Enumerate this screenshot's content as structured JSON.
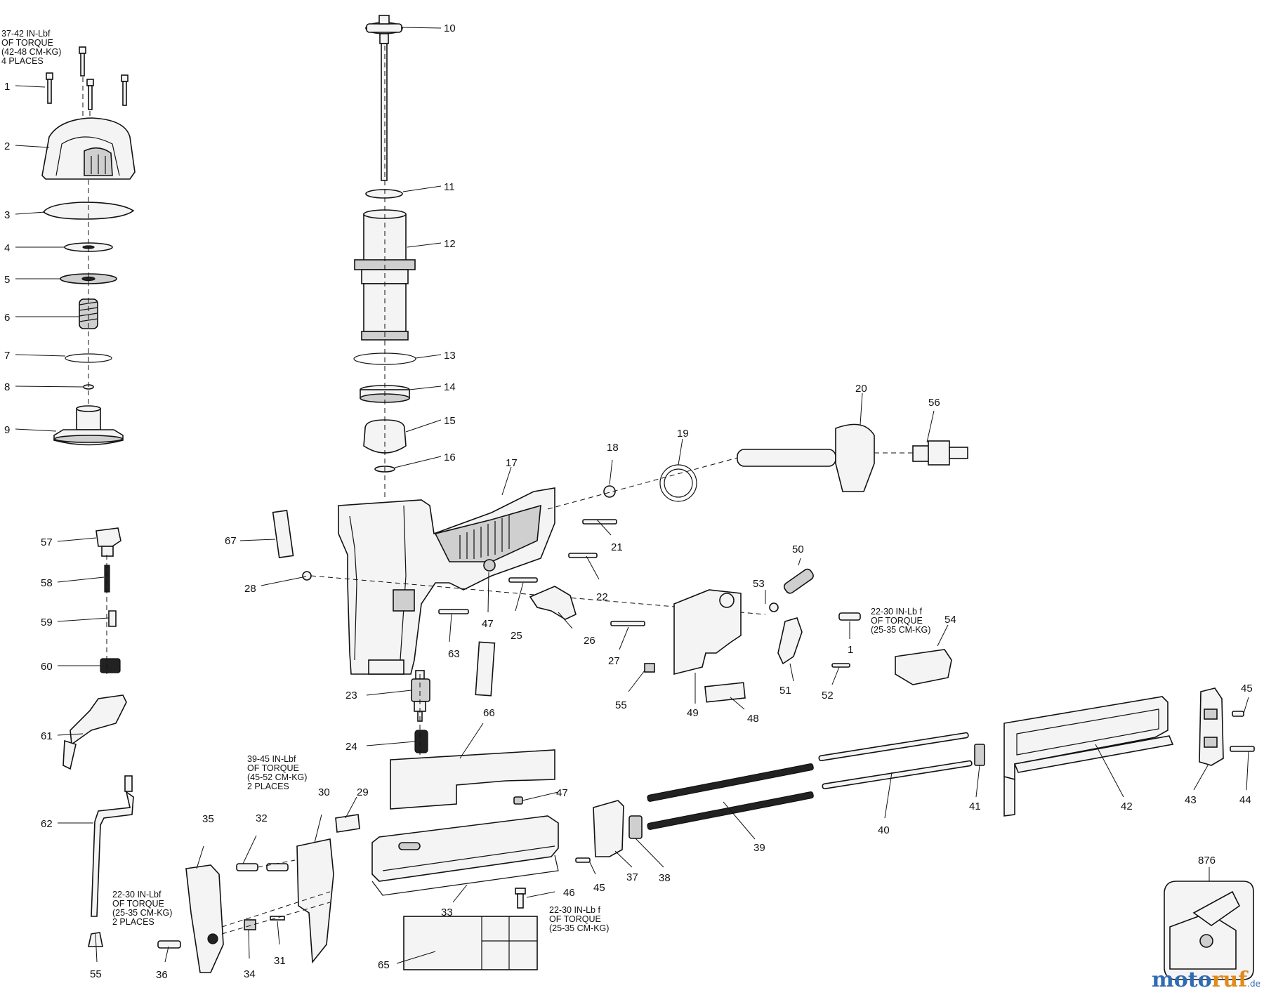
{
  "callouts": {
    "c1": "1",
    "c2": "2",
    "c3": "3",
    "c4": "4",
    "c5": "5",
    "c6": "6",
    "c7": "7",
    "c8": "8",
    "c9": "9",
    "c10": "10",
    "c11": "11",
    "c12": "12",
    "c13": "13",
    "c14": "14",
    "c15": "15",
    "c16": "16",
    "c17": "17",
    "c18": "18",
    "c19": "19",
    "c20": "20",
    "c21": "21",
    "c22": "22",
    "c23": "23",
    "c24": "24",
    "c25": "25",
    "c26": "26",
    "c27": "27",
    "c28": "28",
    "c29": "29",
    "c30": "30",
    "c31": "31",
    "c32": "32",
    "c33": "33",
    "c34": "34",
    "c35": "35",
    "c36": "36",
    "c37": "37",
    "c38": "38",
    "c39": "39",
    "c40": "40",
    "c41": "41",
    "c42": "42",
    "c43": "43",
    "c44": "44",
    "c45a": "45",
    "c45b": "45",
    "c46": "46",
    "c47a": "47",
    "c47b": "47",
    "c48": "48",
    "c49": "49",
    "c50": "50",
    "c51": "51",
    "c52": "52",
    "c53": "53",
    "c54": "54",
    "c55a": "55",
    "c55b": "55",
    "c56": "56",
    "c57": "57",
    "c58": "58",
    "c59": "59",
    "c60": "60",
    "c61": "61",
    "c62": "62",
    "c63": "63",
    "c65": "65",
    "c66": "66",
    "c67": "67",
    "c876": "876",
    "c1b": "1"
  },
  "torque_notes": {
    "top_left": [
      "37-42 IN-Lbf",
      "OF TORQUE",
      "(42-48 CM-KG)",
      "4 PLACES"
    ],
    "magazine": [
      "39-45 IN-Lbf",
      "OF TORQUE",
      "(45-52 CM-KG)",
      "2 PLACES"
    ],
    "left_bottom": [
      "22-30 IN-Lbf",
      "OF TORQUE",
      "(25-35 CM-KG)",
      "2 PLACES"
    ],
    "center_bottom": [
      "22-30 IN-Lb  f",
      "OF TORQUE",
      "(25-35 CM-KG)"
    ],
    "right_mid": [
      "22-30 IN-Lb  f",
      "OF TORQUE",
      "(25-35 CM-KG)"
    ]
  },
  "watermark": {
    "part1": "moto",
    "part2": "ruf",
    "suffix": ".de"
  }
}
